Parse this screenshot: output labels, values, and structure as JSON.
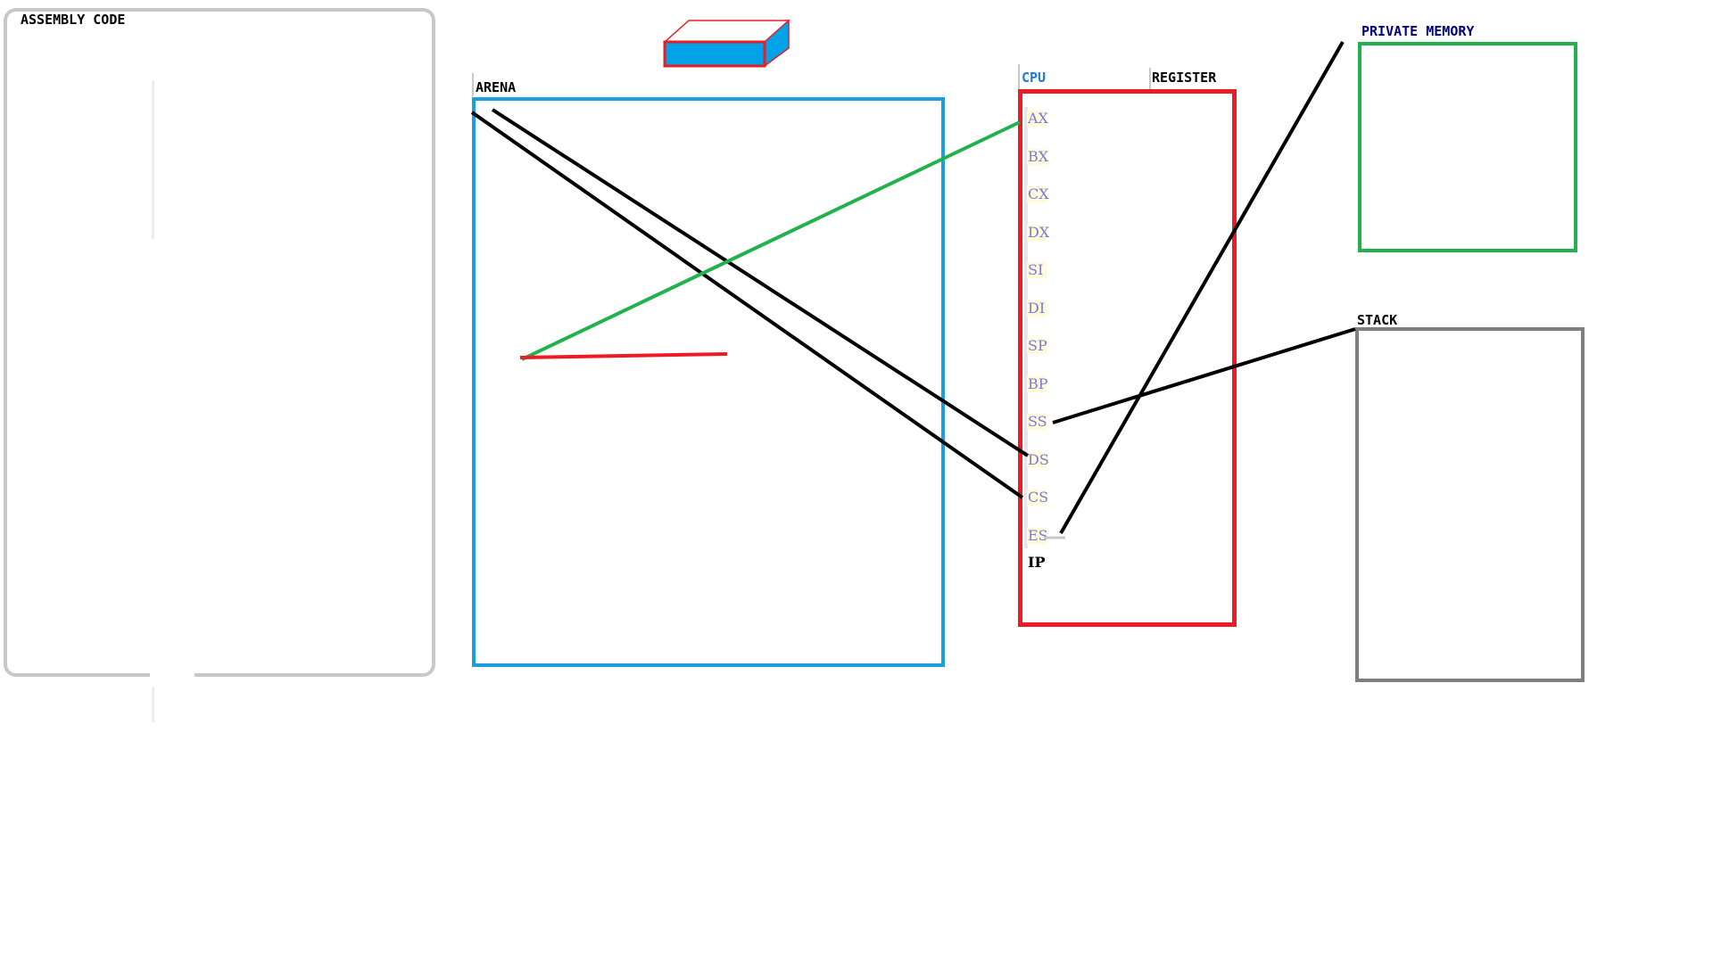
{
  "labels": {
    "assembly": "ASSEMBLY CODE",
    "arena": "ARENA",
    "cpu": "CPU",
    "register": "REGISTER",
    "private_memory": "PRIVATE MEMORY",
    "stack": "STACK"
  },
  "registers": [
    "AX",
    "BX",
    "CX",
    "DX",
    "SI",
    "DI",
    "SP",
    "BP",
    "SS",
    "DS",
    "CS",
    "ES"
  ],
  "ip": "IP",
  "colors": {
    "assembly_border": "#c8c8c8",
    "arena_border": "#1aa0e0",
    "cpu_border": "#ed1c24",
    "private_memory_border": "#22b14c",
    "stack_border": "#7f7f7f",
    "cpu_label": "#1c7ce0",
    "private_memory_label": "#000080",
    "register_text": "#7878e0",
    "wire": "#000000",
    "wire_green": "#22b14c",
    "wire_red": "#ed1c24",
    "chip_fill": "#00a2e8"
  }
}
